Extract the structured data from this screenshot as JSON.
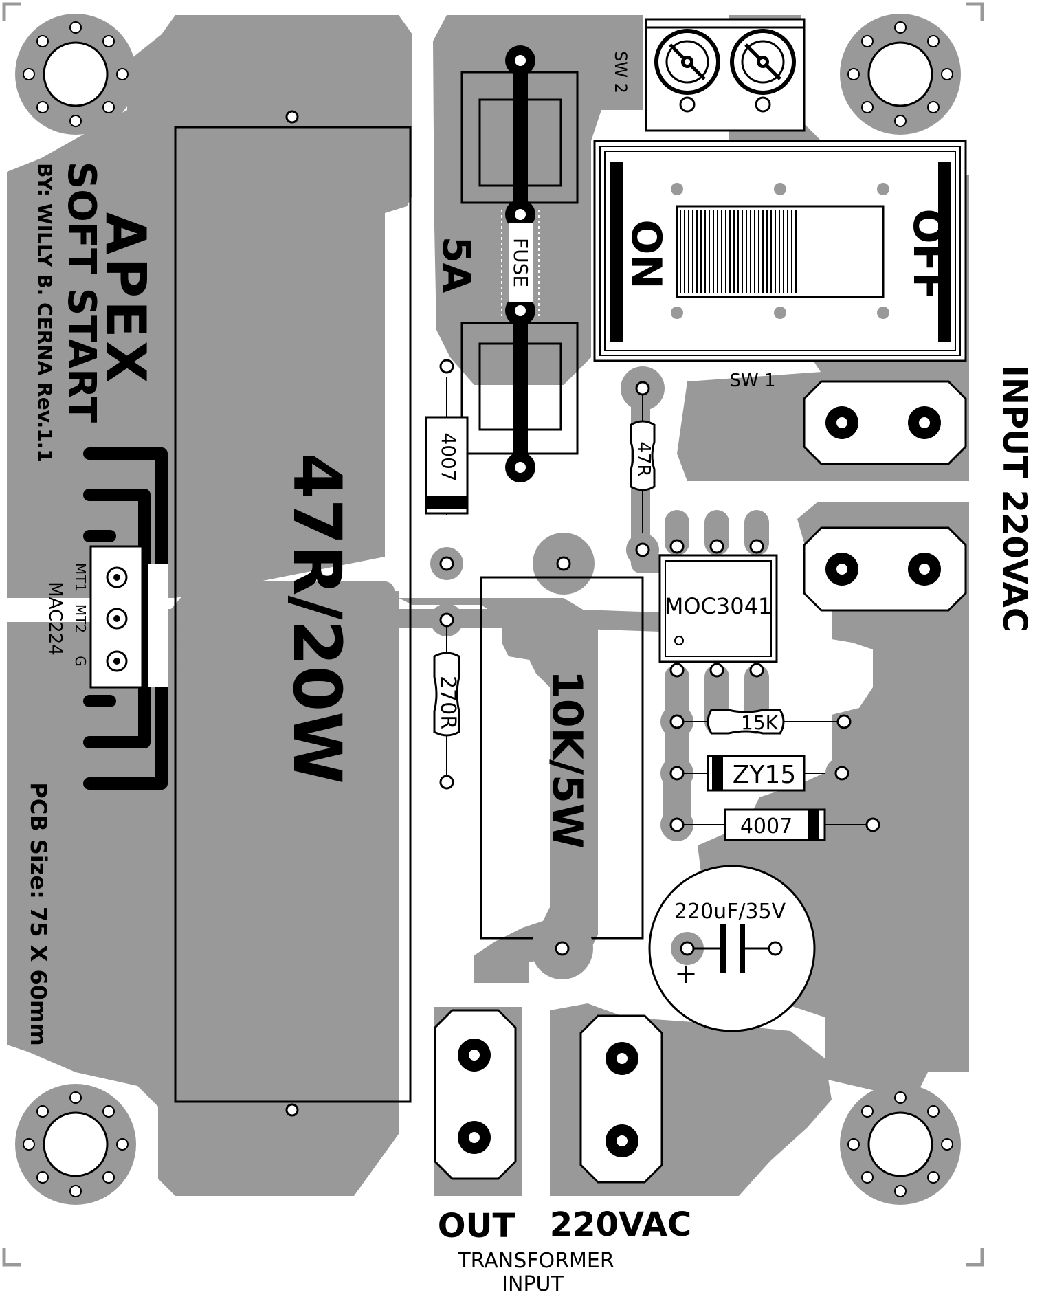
{
  "colors": {
    "copper": "#999999",
    "ink": "#000000",
    "paper": "#ffffff"
  },
  "board": {
    "brand": "APEX",
    "title": "SOFT START",
    "author": "BY: WILLY B. CERNA Rev.1.1",
    "pcb_size": "PCB Size: 75 X 60mm"
  },
  "triac": {
    "part": "MAC224",
    "pins": [
      "MT1",
      "MT2",
      "G"
    ]
  },
  "components": {
    "big_resistor": "47R/20W",
    "fuse_rating": "5A",
    "fuse_label": "FUSE",
    "sw1_label": "SW 1",
    "sw2_label": "SW 2",
    "switch_on": "ON",
    "switch_off": "OFF",
    "diode_vertical": "4007",
    "resistor_47r": "47R",
    "resistor_270r": "270R",
    "resistor_10k": "10K/5W",
    "optocoupler": "MOC3041",
    "resistor_15k": "15K",
    "zener": "ZY15",
    "diode_horizontal": "4007",
    "capacitor": "220uF/35V",
    "capacitor_plus": "+"
  },
  "connectors": {
    "input_label": "INPUT  220VAC",
    "out_label": "OUT",
    "out_voltage": "220VAC",
    "transformer_line1": "TRANSFORMER",
    "transformer_line2": "INPUT"
  }
}
